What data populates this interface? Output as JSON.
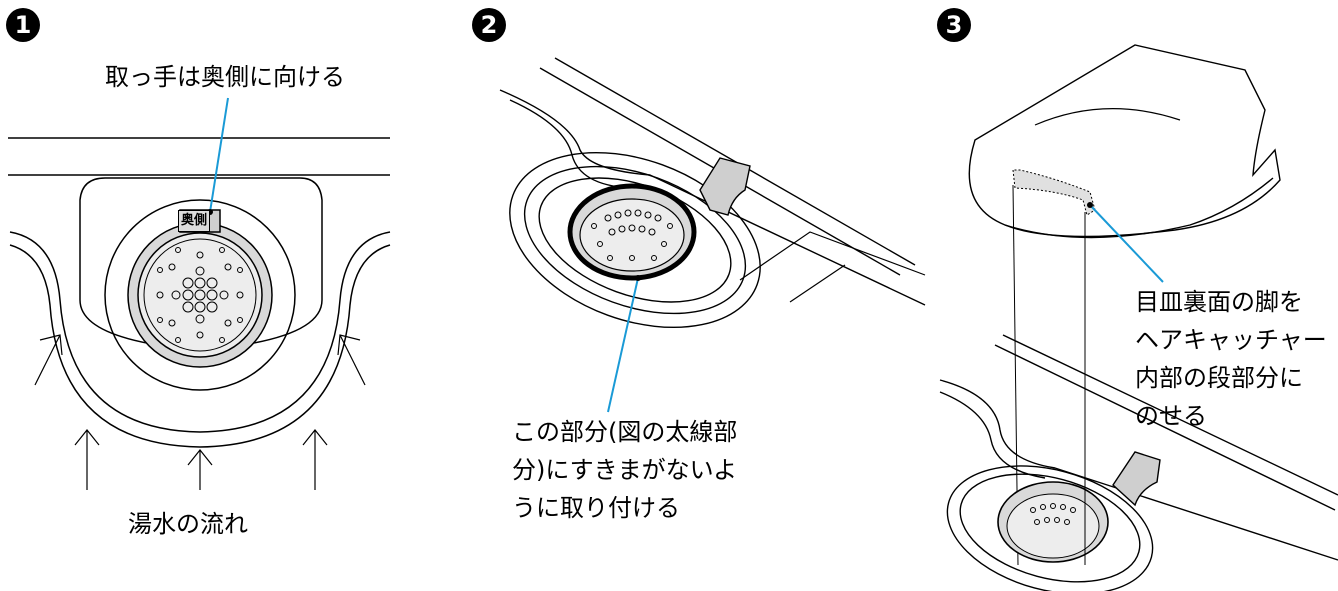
{
  "steps": [
    {
      "number": "1",
      "callout": "取っ手は奥側に向ける",
      "handle_tag": "奥側",
      "flow_label": "湯水の流れ"
    },
    {
      "number": "2",
      "callout": "この部分(図の太線部\n分)にすきまがないよ\nうに取り付ける"
    },
    {
      "number": "3",
      "callout": "目皿裏面の脚を\nヘアキャッチャー\n内部の段部分に\nのせる"
    }
  ],
  "colors": {
    "leader": "#1a9ad6",
    "fill": "#d9d9d9",
    "line": "#000000"
  }
}
